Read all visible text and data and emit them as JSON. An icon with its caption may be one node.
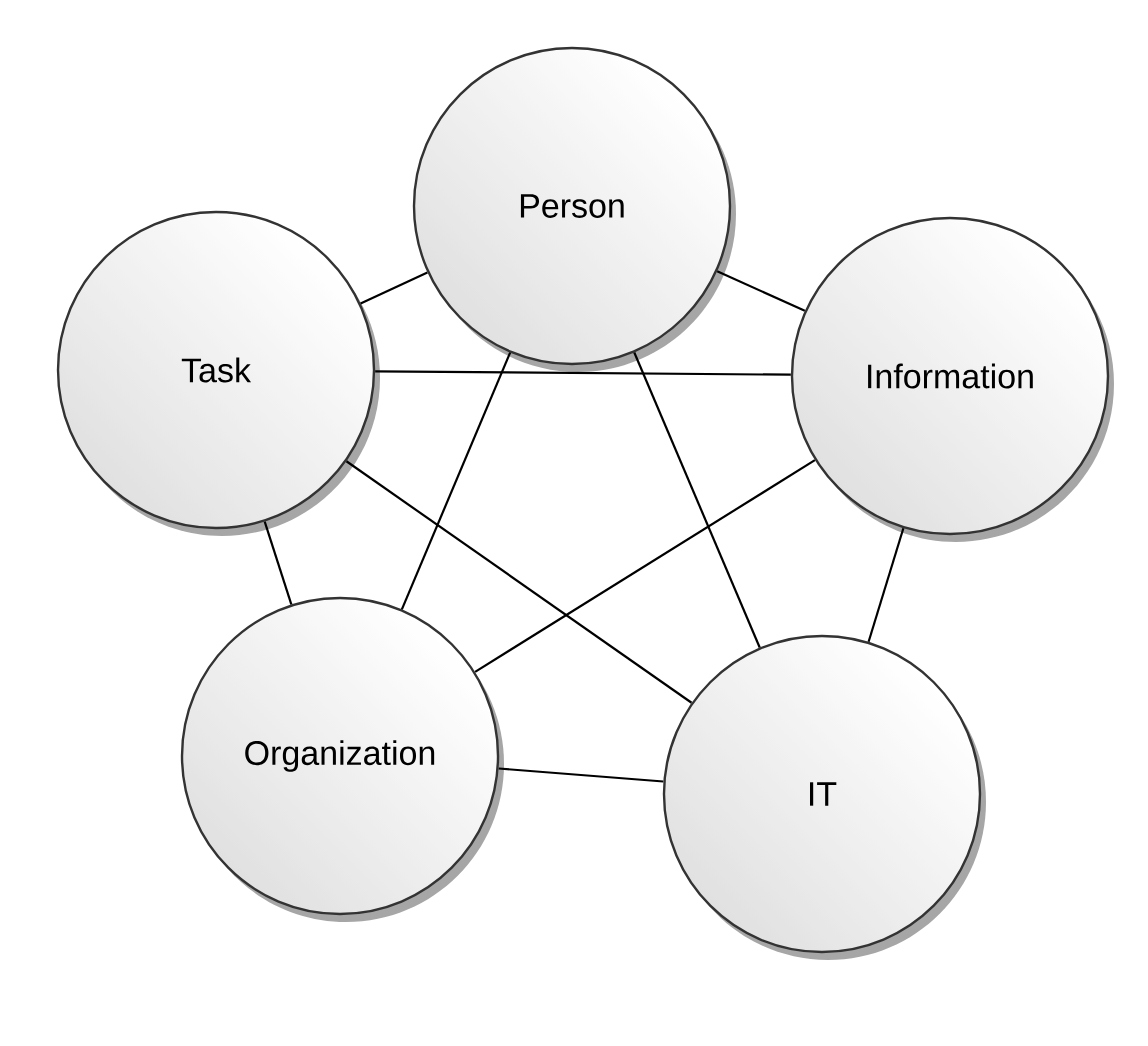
{
  "diagram": {
    "nodes": [
      {
        "text": [
          "Person"
        ]
      },
      {
        "text": [
          "Task"
        ]
      },
      {
        "text": [
          "Information"
        ]
      },
      {
        "text": [
          "Organization"
        ]
      },
      {
        "text": [
          "IT"
        ]
      }
    ],
    "edges": [
      {
        "from": 0,
        "to": 1,
        "arrow": "none"
      },
      {
        "from": 0,
        "to": 2,
        "arrow": "none"
      },
      {
        "from": 0,
        "to": 3,
        "arrow": "none"
      },
      {
        "from": 0,
        "to": 4,
        "arrow": "none"
      },
      {
        "from": 1,
        "to": 2,
        "arrow": "none"
      },
      {
        "from": 1,
        "to": 3,
        "arrow": "none"
      },
      {
        "from": 1,
        "to": 4,
        "arrow": "none"
      },
      {
        "from": 2,
        "to": 3,
        "arrow": "none"
      },
      {
        "from": 2,
        "to": 4,
        "arrow": "none"
      },
      {
        "from": 3,
        "to": 4,
        "arrow": "none"
      }
    ]
  }
}
